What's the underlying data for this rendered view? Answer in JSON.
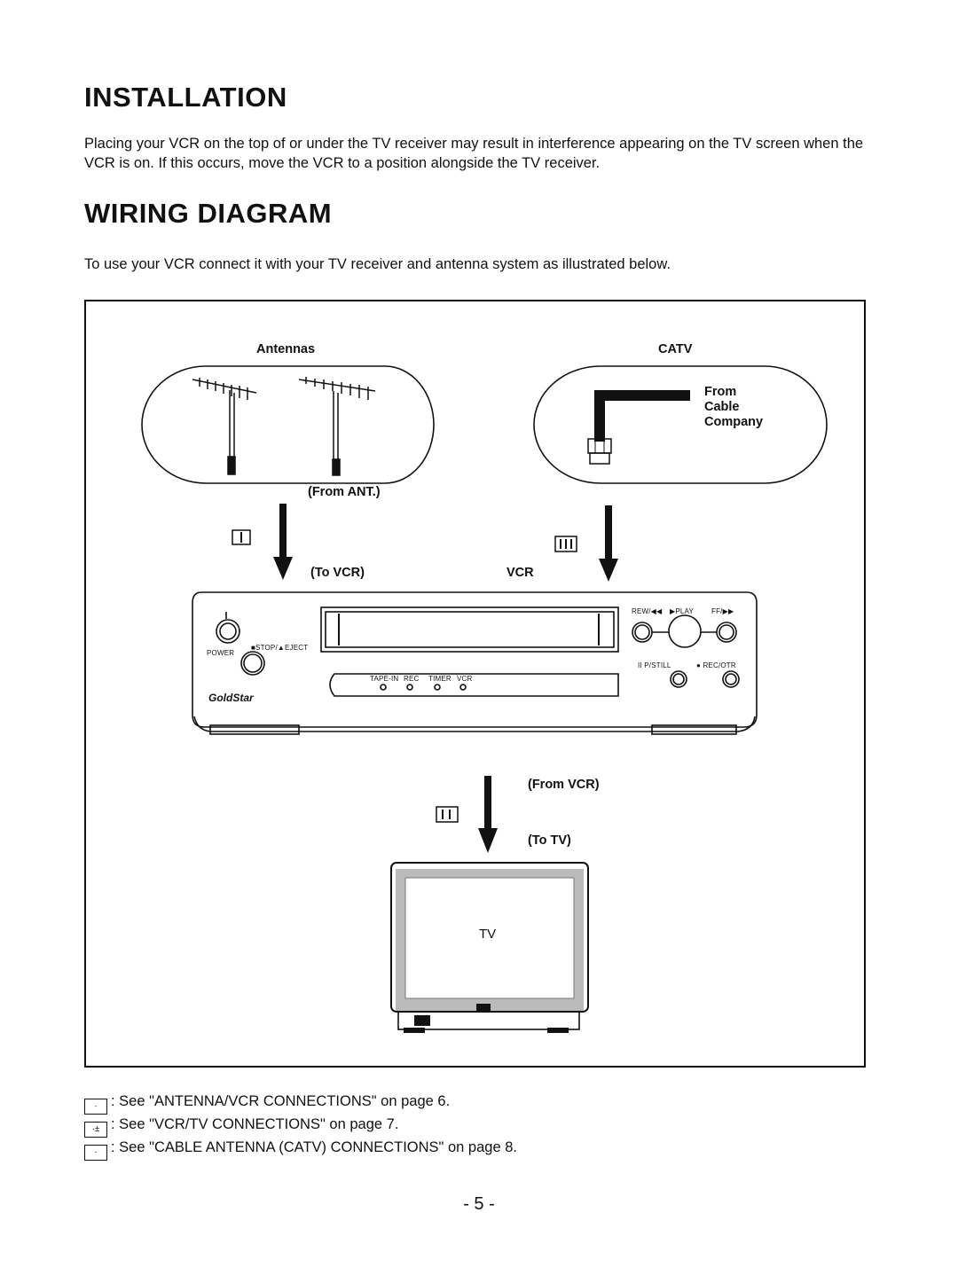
{
  "installation": {
    "heading": "INSTALLATION",
    "text": "Placing your VCR on the top of or under the TV receiver may result in interference appearing on the TV screen when the VCR is on. If this occurs, move the VCR to a position alongside the TV receiver."
  },
  "wiring": {
    "heading": "WIRING DIAGRAM",
    "intro": "To use your VCR connect it with your TV receiver and antenna system as illustrated below."
  },
  "diagram": {
    "antennas_label": "Antennas",
    "catv_label": "CATV",
    "from_cable_lines": [
      "From",
      "Cable",
      "Company"
    ],
    "from_ant": "(From ANT.)",
    "to_vcr": "(To VCR)",
    "vcr_label": "VCR",
    "from_vcr": "(From VCR)",
    "to_tv": "(To TV)",
    "tv_label": "TV",
    "vcr_panel": {
      "power": "POWER",
      "stop_eject": "■STOP/▲EJECT",
      "brand": "GoldStar",
      "rew": "REW/◀◀",
      "play": "▶PLAY",
      "ff": "FF/▶▶",
      "pause_still": "II P/STILL",
      "rec_otr": "● REC/OTR",
      "indicators": [
        "TAPE-IN",
        "REC",
        "TIMER",
        "VCR"
      ]
    }
  },
  "legend": [
    {
      "text": ": See \"ANTENNA/VCR CONNECTIONS\" on page 6."
    },
    {
      "text": ": See \"VCR/TV CONNECTIONS\" on page 7."
    },
    {
      "text": ": See \"CABLE ANTENNA (CATV) CONNECTIONS\" on page 8."
    }
  ],
  "page_number": "- 5 -"
}
